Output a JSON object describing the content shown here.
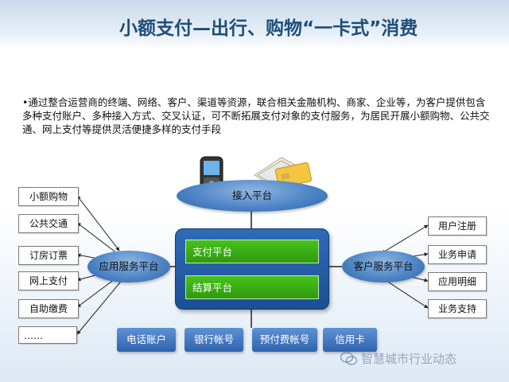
{
  "title": "小额支付—出行、购物“一卡式”消费",
  "description": "•通过整合运营商的终端、网络、客户、渠道等资源，联合相关金融机构、商家、企业等，为客户提供包含多种支付账户、多种接入方式、交叉认证，可不断拓展支付对象的支付服务，为居民开展小额购物、公共交通、网上支付等提供灵活便捷多样的支付手段",
  "access_platform": "接入平台",
  "app_service_platform": "应用服务平台",
  "customer_service_platform": "客户服务平台",
  "core": {
    "payment_platform": "支付平台",
    "settlement_platform": "结算平台"
  },
  "left_items": [
    "小额购物",
    "公共交通",
    "订房订票",
    "网上支付",
    "自助缴费",
    "……"
  ],
  "right_items": [
    "用户注册",
    "业务申请",
    "应用明细",
    "业务支持"
  ],
  "bottom_items": [
    "电话账户",
    "银行帐号",
    "预付费帐号",
    "信用卡"
  ],
  "watermark": "智慧城市行业动态",
  "colors": {
    "title": "#1f4e79",
    "ellipse": "#4f86c6",
    "core": "#1b4f95",
    "green": "#3aae14"
  }
}
